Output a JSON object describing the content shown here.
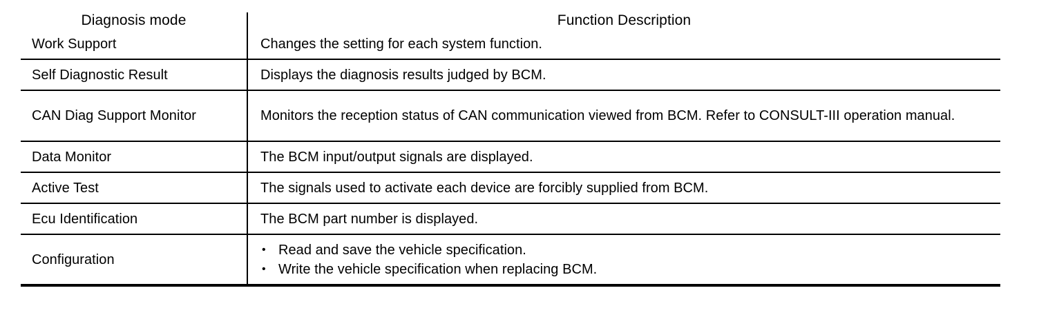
{
  "table": {
    "columns": [
      {
        "key": "mode",
        "header": "Diagnosis mode"
      },
      {
        "key": "description",
        "header": "Function Description"
      }
    ],
    "rows": [
      {
        "mode": "Work Support",
        "description": "Changes the setting for each system function."
      },
      {
        "mode": "Self Diagnostic Result",
        "description": "Displays the diagnosis results judged by BCM."
      },
      {
        "mode": "CAN Diag Support Monitor",
        "description": "Monitors the reception status of CAN communication viewed from BCM. Refer to CONSULT-III operation manual."
      },
      {
        "mode": "Data Monitor",
        "description": "The BCM input/output signals are displayed."
      },
      {
        "mode": "Active Test",
        "description": "The signals used to activate each device are forcibly supplied from BCM."
      },
      {
        "mode": "Ecu Identification",
        "description": "The BCM part number is displayed."
      },
      {
        "mode": "Configuration",
        "bullets": [
          "Read and save the vehicle specification.",
          "Write the vehicle specification when replacing BCM."
        ],
        "bullet_glyph": "•"
      }
    ]
  }
}
